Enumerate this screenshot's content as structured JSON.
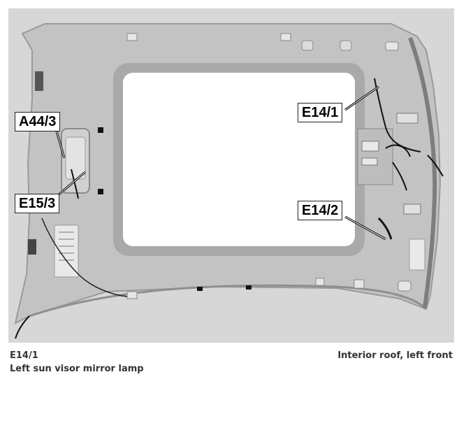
{
  "figure": {
    "callouts": {
      "a44_3": "A44/3",
      "e15_3": "E15/3",
      "e14_1": "E14/1",
      "e14_2": "E14/2"
    },
    "colors": {
      "background": "#d7d7d7",
      "headliner": "#c3c3c3",
      "headliner_edge": "#9a9a9a",
      "sunroof_opening": "#ffffff",
      "wire": "#111111"
    }
  },
  "caption": {
    "component_code": "E14/1",
    "component_name": "Left sun visor mirror lamp",
    "view_title": "Interior roof, left front"
  }
}
